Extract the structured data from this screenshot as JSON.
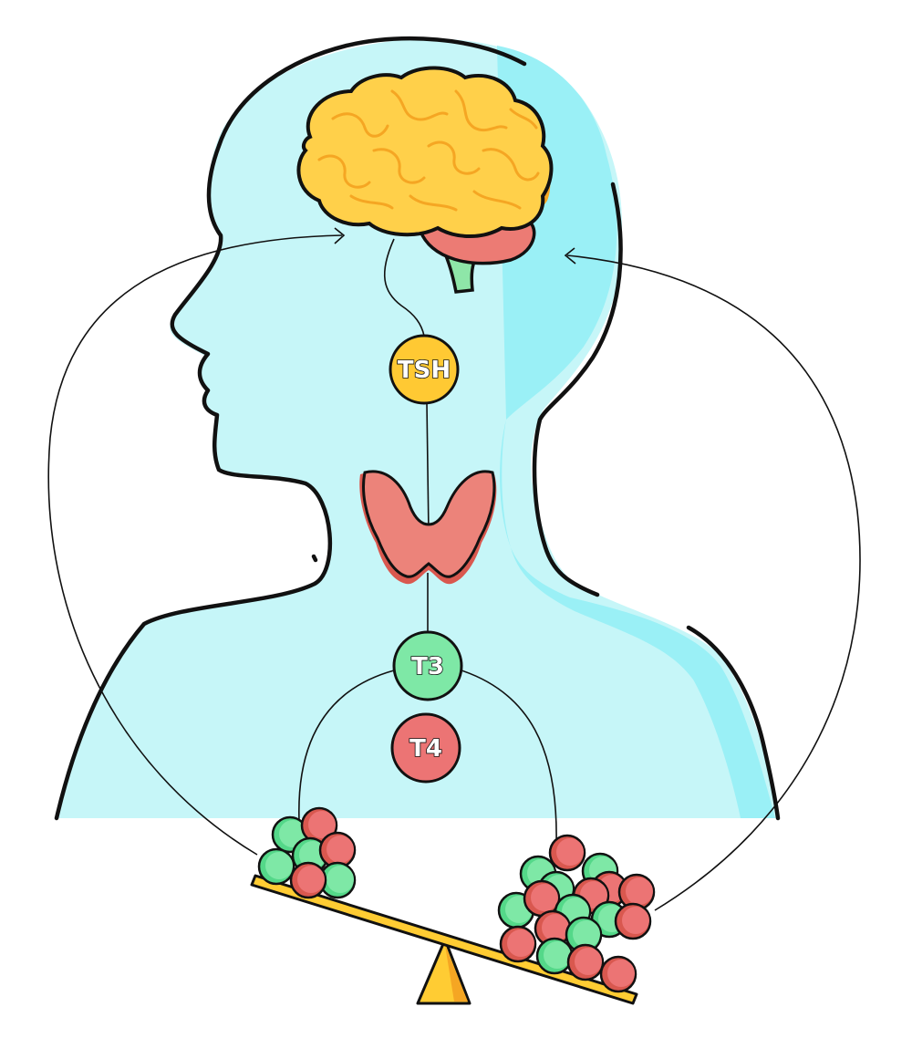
{
  "hormones": {
    "tsh": "TSH",
    "t3": "T3",
    "t4": "T4"
  },
  "colors": {
    "body_fill": "#c6f6f8",
    "body_shade": "#9af0f6",
    "brain": "#ffd04a",
    "brain_shade": "#f5a623",
    "cerebellum": "#ec7b74",
    "thyroid": "#ec837a",
    "t3_green": "#7ee8a6",
    "t4_red": "#ec7474",
    "tsh_yellow": "#ffc933",
    "seesaw": "#ffcc33"
  },
  "icons": {
    "brain": "brain-icon",
    "thyroid": "thyroid-gland-icon",
    "balance": "balance-scale-icon"
  }
}
